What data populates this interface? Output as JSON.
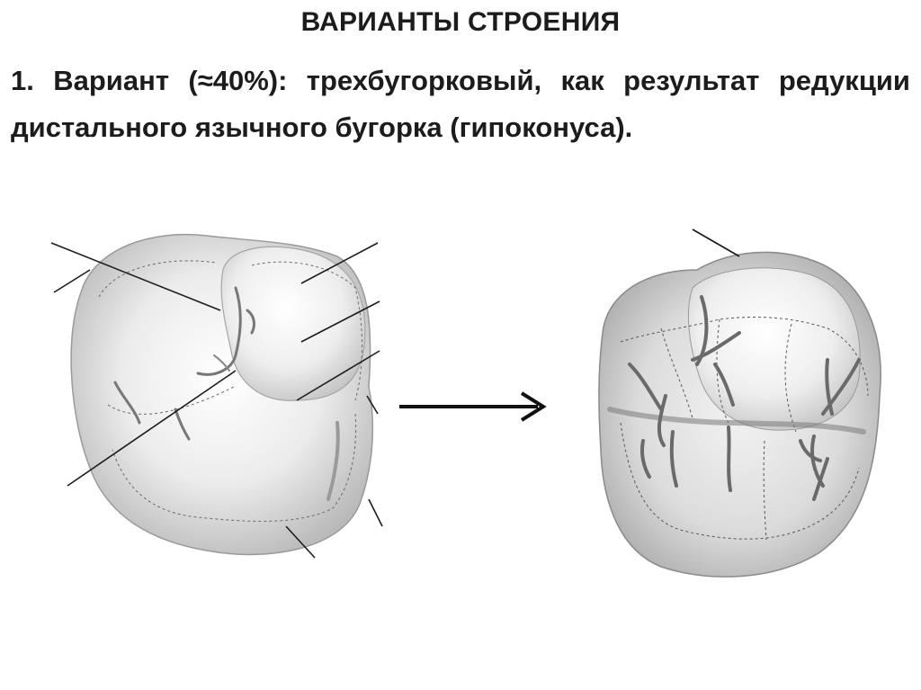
{
  "slide": {
    "title": "ВАРИАНТЫ СТРОЕНИЯ",
    "body": "1. Вариант (≈40%): трехбугорковый, как результат редукции дистального язычного бугорка (гипоконуса)."
  },
  "figures": {
    "left": "tooth-crown-four-cusp",
    "right": "tooth-crown-three-cusp",
    "arrow": "right-arrow"
  },
  "colors": {
    "text": "#1c1c1c",
    "crown": "#e6e6e6",
    "outline": "#3a3a3a"
  }
}
